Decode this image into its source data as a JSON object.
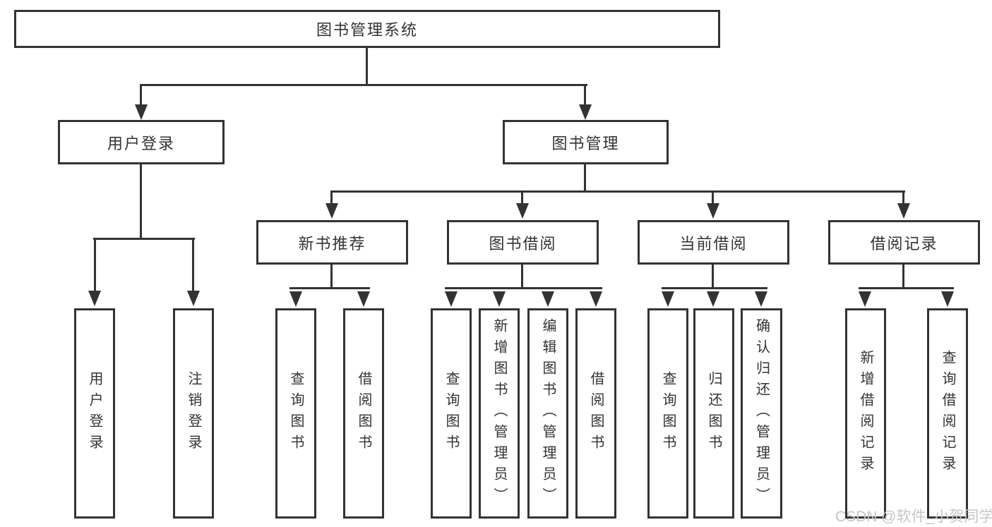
{
  "diagram": {
    "title": "图书管理系统",
    "nodes": {
      "root": {
        "label": "图书管理系统"
      },
      "level2": [
        {
          "label": "用户登录"
        },
        {
          "label": "图书管理"
        }
      ],
      "level3": [
        {
          "label": "新书推荐"
        },
        {
          "label": "图书借阅"
        },
        {
          "label": "当前借阅"
        },
        {
          "label": "借阅记录"
        }
      ],
      "leaves": [
        {
          "label": "用户登录",
          "parent": "用户登录"
        },
        {
          "label": "注销登录",
          "parent": "用户登录"
        },
        {
          "label": "查询图书",
          "parent": "新书推荐"
        },
        {
          "label": "借阅图书",
          "parent": "新书推荐"
        },
        {
          "label": "查询图书",
          "parent": "图书借阅"
        },
        {
          "label": "新增图书（管理员）",
          "parent": "图书借阅"
        },
        {
          "label": "编辑图书（管理员）",
          "parent": "图书借阅"
        },
        {
          "label": "借阅图书",
          "parent": "图书借阅"
        },
        {
          "label": "查询图书",
          "parent": "当前借阅"
        },
        {
          "label": "归还图书",
          "parent": "当前借阅"
        },
        {
          "label": "确认归还（管理员）",
          "parent": "当前借阅"
        },
        {
          "label": "新增借阅记录",
          "parent": "借阅记录"
        },
        {
          "label": "查询借阅记录",
          "parent": "借阅记录"
        }
      ]
    },
    "watermark": "CSDN @软件_小贺同学",
    "colors": {
      "line": "#333333",
      "text": "#333333",
      "background": "#ffffff",
      "watermark": "#c6c6c6"
    }
  }
}
